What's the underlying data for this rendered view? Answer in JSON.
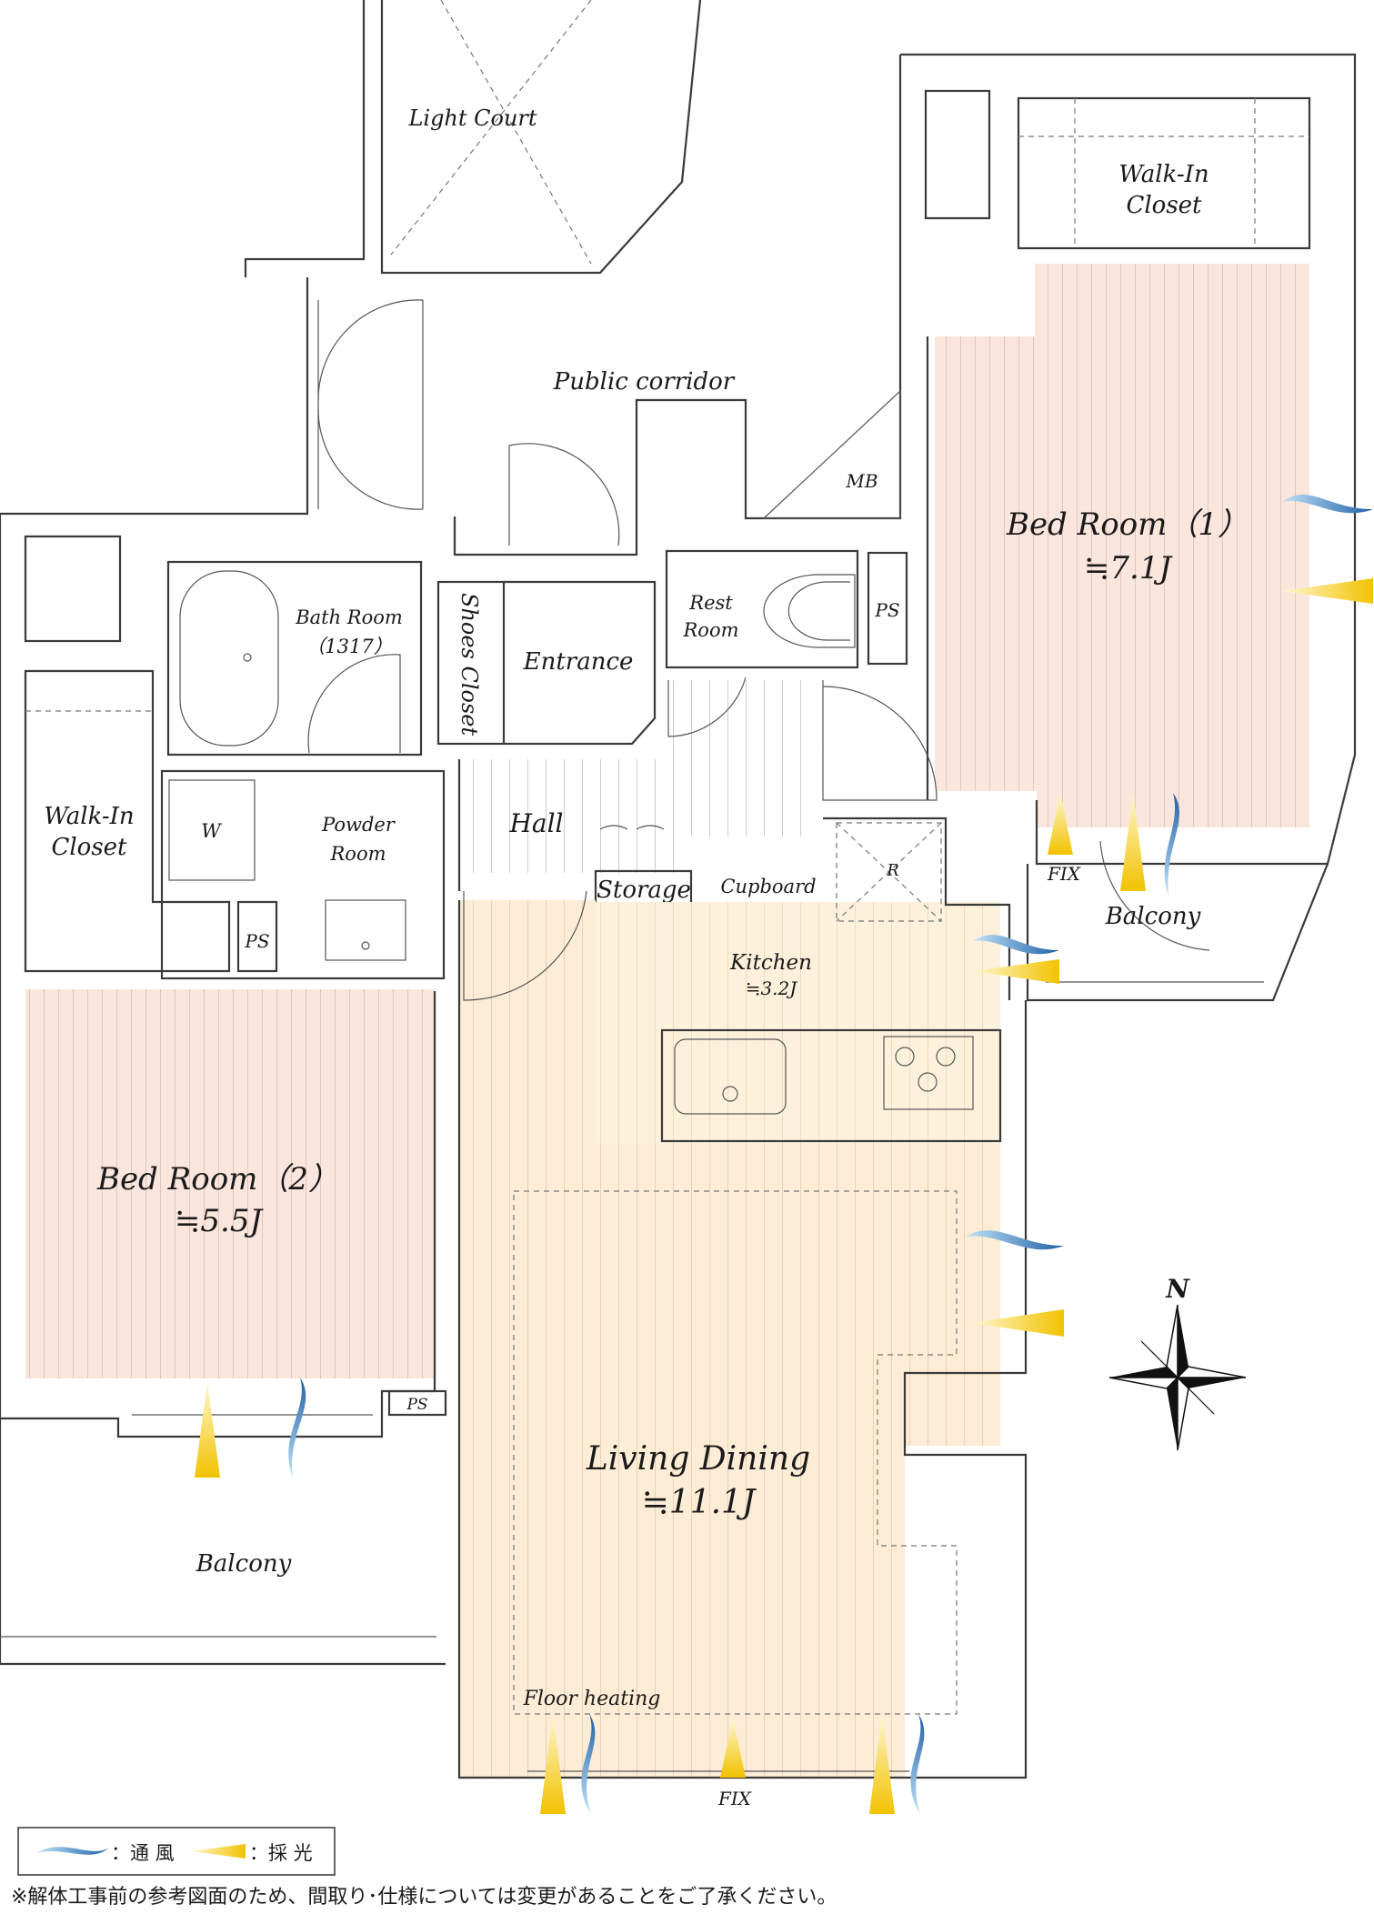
{
  "rooms": {
    "light_court": "Light Court",
    "public_corridor": "Public corridor",
    "mb": "MB",
    "bed1_name": "Bed Room（1）",
    "bed1_size": "≒7.1J",
    "walkin1_line1": "Walk-In",
    "walkin1_line2": "Closet",
    "bath_line1": "Bath Room",
    "bath_line2": "（1317）",
    "shoes_closet": "Shoes Closet",
    "entrance": "Entrance",
    "rest_line1": "Rest",
    "rest_line2": "Room",
    "ps": "PS",
    "walkin2_line1": "Walk-In",
    "walkin2_line2": "Closet",
    "w": "W",
    "powder_line1": "Powder",
    "powder_line2": "Room",
    "hall": "Hall",
    "storage": "Storage",
    "cupboard": "Cupboard",
    "r": "R",
    "fix": "FIX",
    "balcony": "Balcony",
    "kitchen_name": "Kitchen",
    "kitchen_size": "≒3.2J",
    "bed2_name": "Bed Room（2）",
    "bed2_size": "≒5.5J",
    "living_name": "Living Dining",
    "living_size": "≒11.1J",
    "floor_heating": "Floor heating",
    "north": "N"
  },
  "legend": {
    "ventilation": "：通 風",
    "lighting": "：採 光"
  },
  "note": "※解体工事前の参考図面のため、間取り･仕様については変更があることをご了承ください。",
  "colors": {
    "bedroom_fill": "#fbe6de",
    "living_fill": "#fdecd6",
    "kitchen_fill": "#fdf1dc",
    "wet_fill": "#e3f1fa",
    "closet_fill": "#e6e2f0",
    "wind_blue": "#2a6fb4",
    "light_yellow": "#f2c200"
  }
}
